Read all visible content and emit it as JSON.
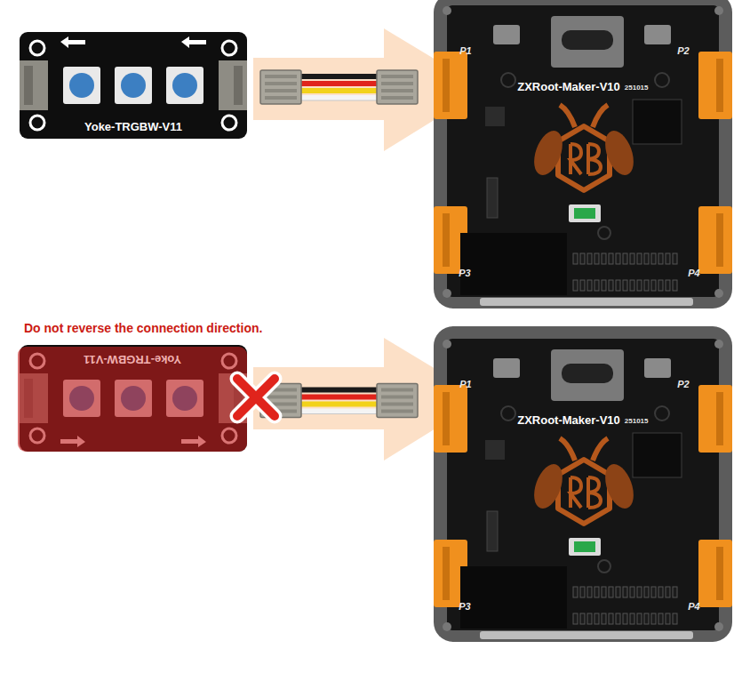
{
  "diagram": {
    "nodes": [
      {
        "text": [
          "Yoke-TRGBW-V11"
        ]
      },
      {
        "text": [
          "ZXRoot-Maker-V10",
          "251015",
          "P1",
          "P2",
          "P3",
          "P4"
        ]
      },
      {
        "text": [
          "Yoke-TRGBW-V11"
        ]
      },
      {
        "text": [
          "ZXRoot-Maker-V10",
          "251015",
          "P1",
          "P2",
          "P3",
          "P4"
        ]
      }
    ],
    "edges": [
      {
        "from": 0,
        "to": 1,
        "arrow": "none"
      },
      {
        "from": 2,
        "to": 3,
        "arrow": "none"
      }
    ],
    "labels": [
      "Do not reverse the connection direction."
    ]
  }
}
